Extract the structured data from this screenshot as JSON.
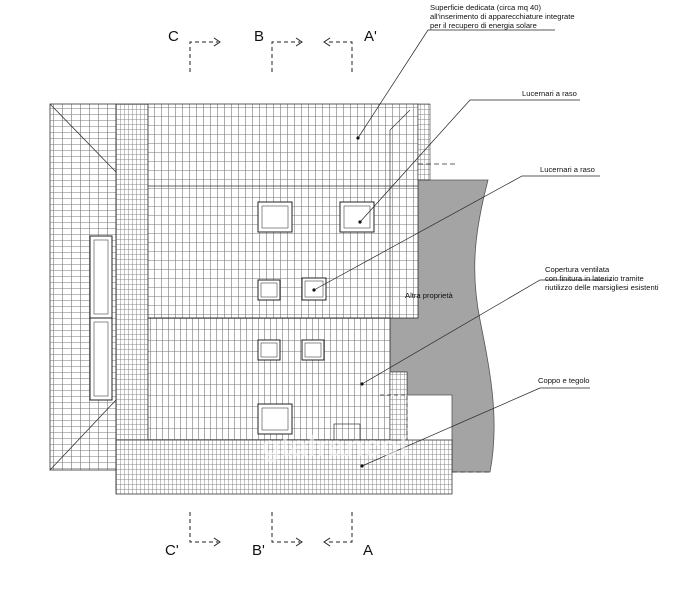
{
  "section_marks": {
    "top": [
      "C",
      "B",
      "A'"
    ],
    "bottom": [
      "C'",
      "B'",
      "A"
    ]
  },
  "annotations": {
    "superficie": [
      "Superficie dedicata (circa mq 40)",
      "all'inserimento di apparecchiature integrate",
      "per il recupero di energia solare"
    ],
    "lucernari_1": "Lucernari a raso",
    "lucernari_2": "Lucernari a raso",
    "copertura": [
      "Copertura ventilata",
      "con finitura in laterizio tramite",
      "riutilizzo delle marsigliesi esistenti"
    ],
    "coppo": "Coppo e tegolo",
    "altra_proprieta": "Altra proprietà"
  },
  "watermark": "gtafrancot"
}
